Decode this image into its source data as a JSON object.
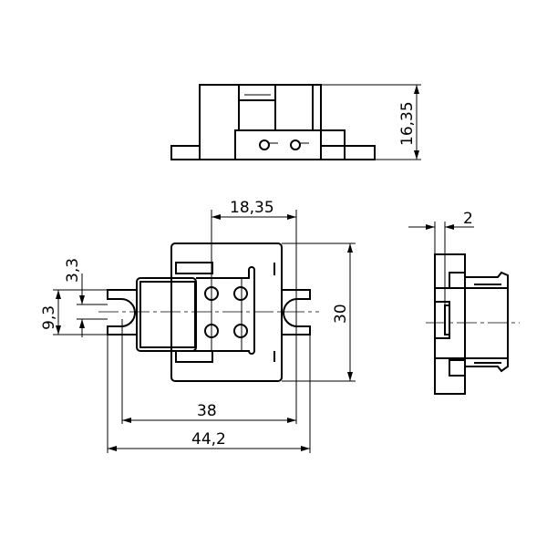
{
  "dimensions": {
    "height_top": "16,35",
    "contact_spacing": "18,35",
    "thickness_side": "2",
    "tab_width": "3,3",
    "slot_height": "9,3",
    "body_height": "30",
    "hole_spacing": "38",
    "overall_width": "44,2"
  }
}
